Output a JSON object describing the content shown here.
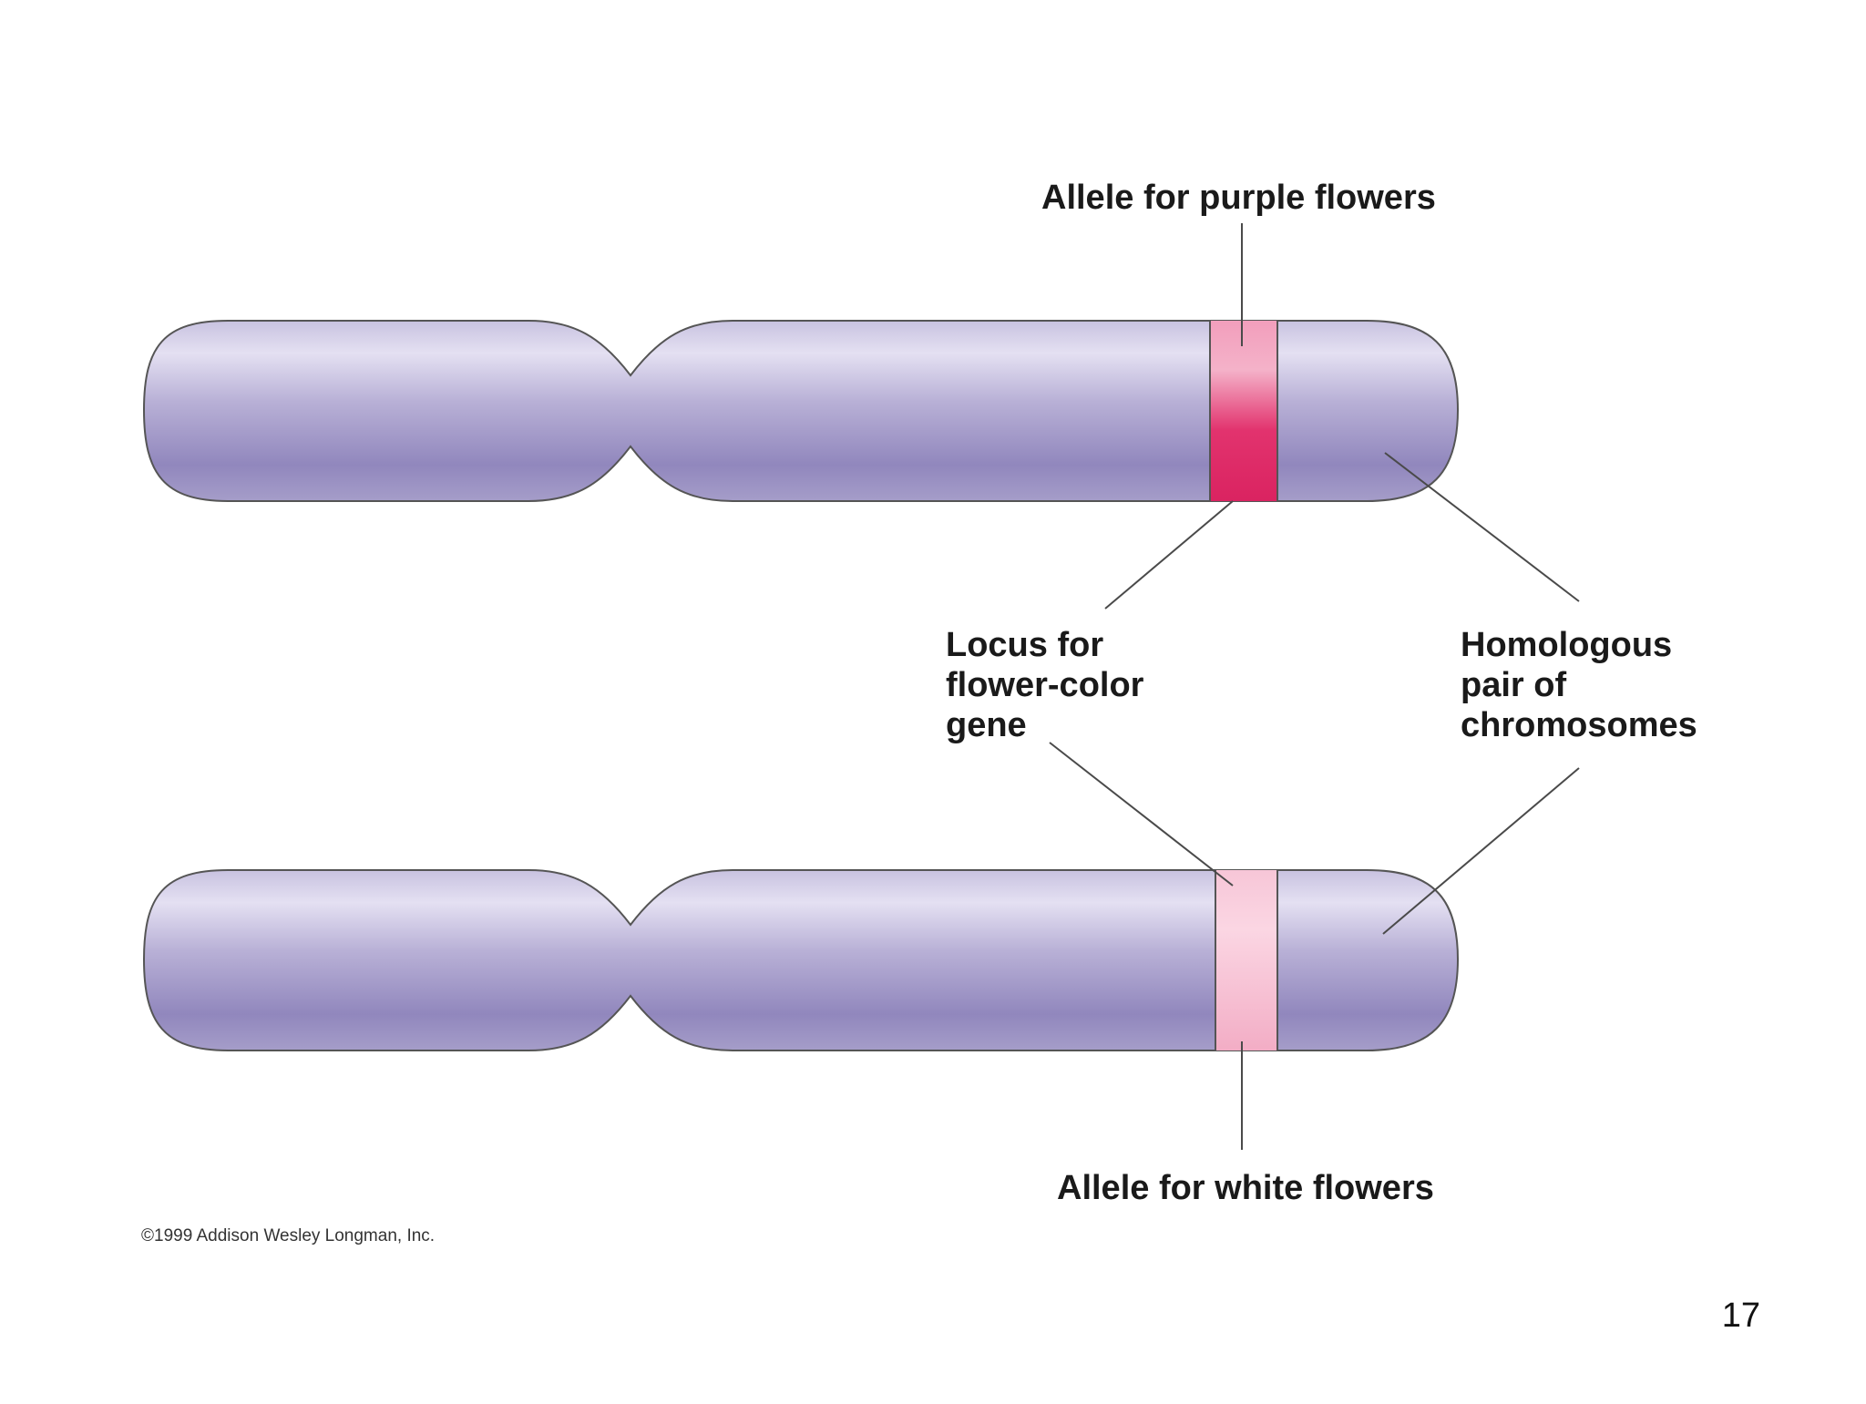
{
  "labels": {
    "allele_purple": "Allele for purple flowers",
    "locus_line1": "Locus for",
    "locus_line2": "flower-color",
    "locus_line3": "gene",
    "homologous_line1": "Homologous",
    "homologous_line2": "pair of",
    "homologous_line3": "chromosomes",
    "allele_white": "Allele for white flowers"
  },
  "footer": {
    "copyright": "©1999 Addison Wesley Longman, Inc.",
    "page_number": "17"
  },
  "colors": {
    "chromosome": "#a49cc8",
    "chromosome_light": "#ddd9ee",
    "chromosome_dark": "#8a80b8",
    "band_purple_allele": "#e2336e",
    "band_white_allele": "#f7bfd3",
    "leader_line": "#4a4a4a"
  }
}
